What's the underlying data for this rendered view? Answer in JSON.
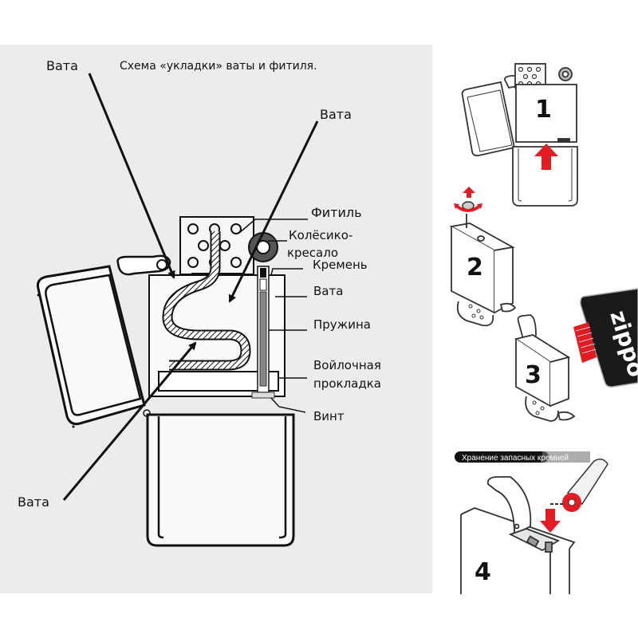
{
  "diagram": {
    "title": "Схема «укладки» ваты и фитиля.",
    "labels": {
      "wool_top_left": "Вата",
      "wool_top_right": "Вата",
      "wool_bottom_left": "Вата",
      "wick": "Фитиль",
      "wheel_line1": "Колёсико-",
      "wheel_line2": "кресало",
      "flint": "Кремень",
      "wool_side": "Вата",
      "spring": "Пружина",
      "felt_line1": "Войлочная",
      "felt_line2": "прокладка",
      "screw": "Винт"
    }
  },
  "steps": [
    {
      "number": "1"
    },
    {
      "number": "2"
    },
    {
      "number": "3"
    },
    {
      "number": "4"
    }
  ],
  "step4_banner": "Хранение запасных кремней",
  "brand_logo": "zippo",
  "colors": {
    "panel": "#ececec",
    "accent_red": "#e31b23",
    "ink": "#111111",
    "logo_bg": "#1a1a1a"
  }
}
